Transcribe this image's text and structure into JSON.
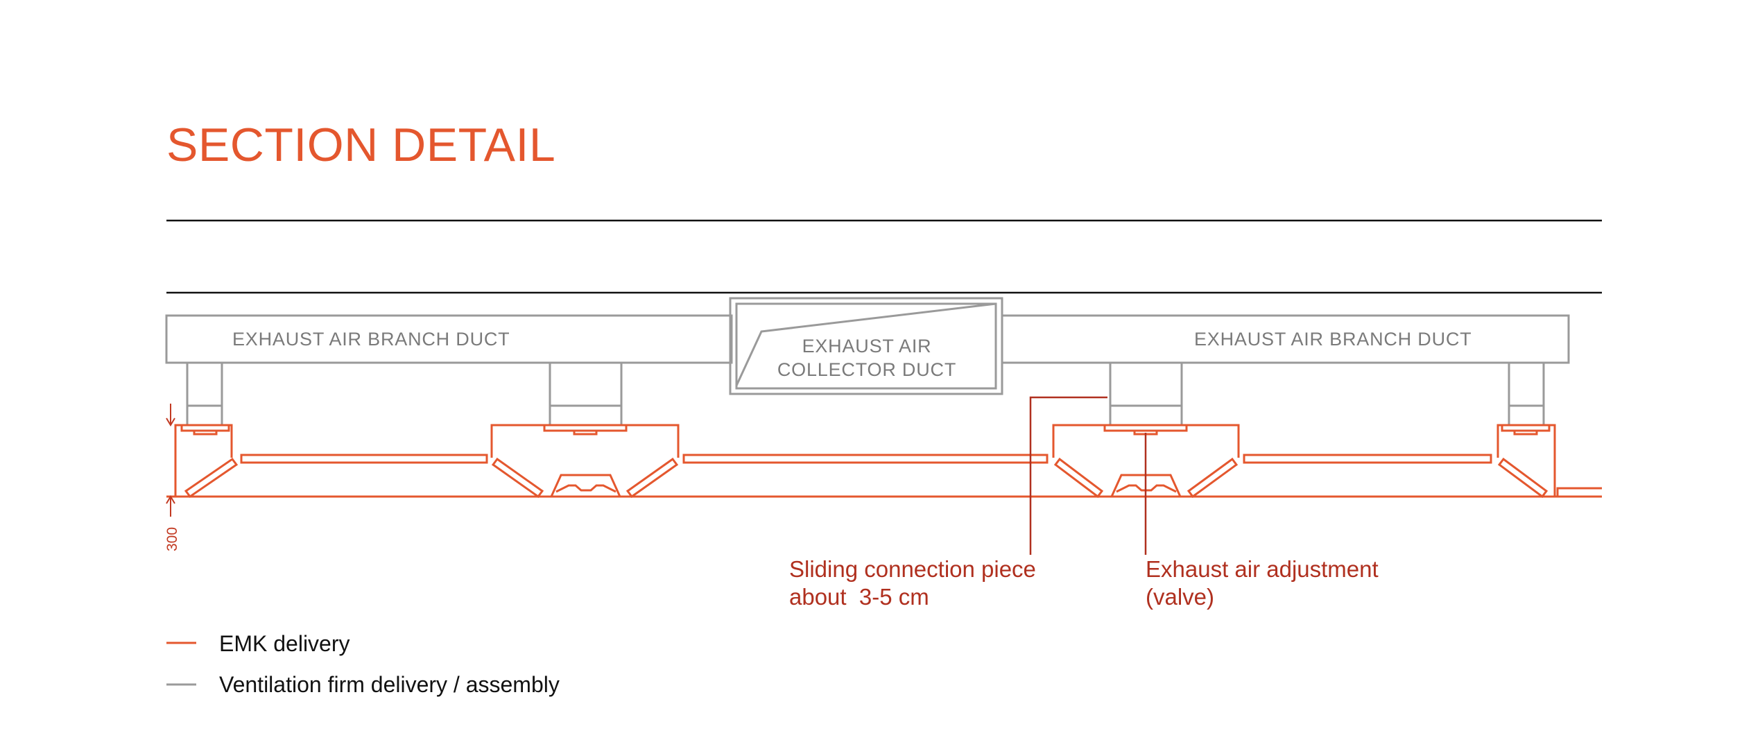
{
  "title": "SECTION DETAIL",
  "colors": {
    "emk": "#e4572e",
    "ventilation": "#9a9a9a",
    "callout": "#b0301f",
    "rule": "#111111"
  },
  "ducts": {
    "branch_left": "EXHAUST AIR BRANCH DUCT",
    "branch_right": "EXHAUST AIR BRANCH DUCT",
    "collector_line1": "EXHAUST AIR",
    "collector_line2": "COLLECTOR DUCT"
  },
  "dimension": {
    "value": "300"
  },
  "callouts": {
    "sliding": {
      "line1": "Sliding connection piece",
      "line2": "about  3-5 cm"
    },
    "valve": {
      "line1": "Exhaust air adjustment",
      "line2": "(valve)"
    }
  },
  "legend": [
    {
      "label": "EMK delivery",
      "color": "#e4572e"
    },
    {
      "label": "Ventilation firm delivery / assembly",
      "color": "#9a9a9a"
    }
  ]
}
